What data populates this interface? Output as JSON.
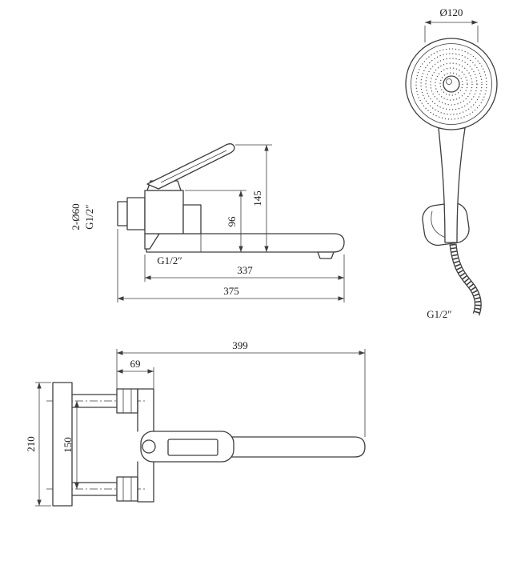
{
  "drawing": {
    "line_color": "#3d3d3d",
    "background": "#ffffff",
    "side_view": {
      "dim_height_total": "145",
      "dim_height_body": "96",
      "dim_wall_holes": "2-Ø60",
      "dim_thread_inlet": "G1/2″",
      "dim_thread_spout": "G1/2″",
      "dim_spout_length": "337",
      "dim_total_length": "375"
    },
    "shower_view": {
      "dim_head_diameter": "Ø120",
      "dim_hose_thread": "G1/2″"
    },
    "top_view": {
      "dim_total_depth": "399",
      "dim_body_depth": "69",
      "dim_hole_spacing": "150",
      "dim_plate_height": "210"
    }
  }
}
